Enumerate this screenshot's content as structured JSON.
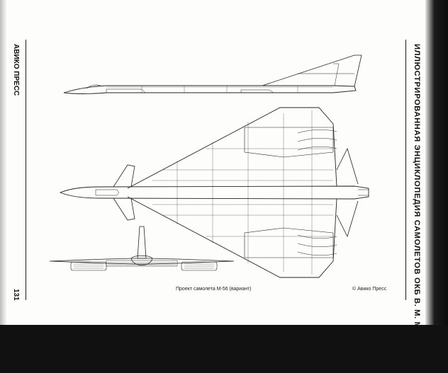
{
  "page": {
    "running_head": "ИЛЛЮСТРИРОВАННАЯ ЭНЦИКЛОПЕДИЯ САМОЛЕТОВ ОКБ В. М. МЯСИЩЕВА",
    "publisher_side": "АВИКО ПРЕСС",
    "page_number": "131"
  },
  "figure": {
    "caption": "Проект самолета М-56 (вариант)",
    "copyright": "© Авико Пресс",
    "views": [
      "side-view",
      "top-view",
      "front-view"
    ]
  }
}
